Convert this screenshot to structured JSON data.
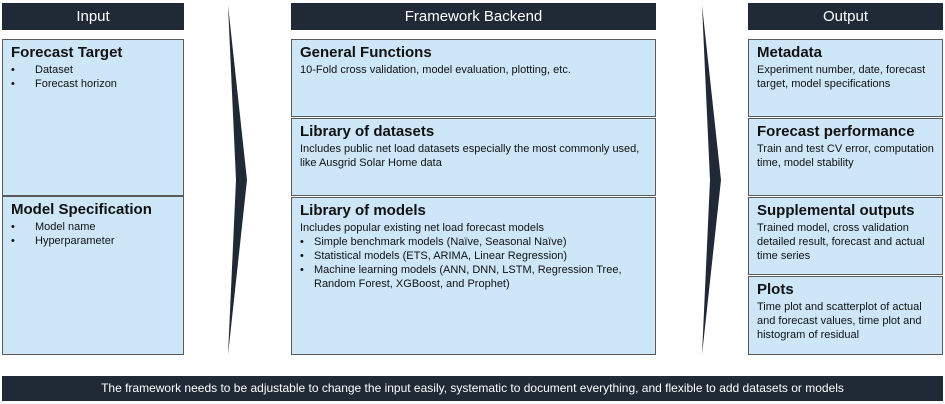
{
  "columns": {
    "input": {
      "header": "Input",
      "boxes": [
        {
          "title": "Forecast Target",
          "bullets": [
            "Dataset",
            "Forecast horizon"
          ]
        },
        {
          "title": "Model Specification",
          "bullets": [
            "Model name",
            "Hyperparameter"
          ]
        }
      ]
    },
    "backend": {
      "header": "Framework Backend",
      "boxes": [
        {
          "title": "General Functions",
          "desc": "10-Fold cross validation, model evaluation, plotting, etc."
        },
        {
          "title": "Library of datasets",
          "desc": "Includes public net load datasets especially the most commonly used, like Ausgrid Solar Home data"
        },
        {
          "title": "Library of models",
          "desc": "Includes popular existing net load forecast models",
          "bullets": [
            "Simple benchmark models (Naïve, Seasonal Naïve)",
            "Statistical models (ETS, ARIMA, Linear Regression)",
            "Machine learning models (ANN, DNN, LSTM, Regression Tree, Random Forest, XGBoost, and Prophet)"
          ]
        }
      ]
    },
    "output": {
      "header": "Output",
      "boxes": [
        {
          "title": "Metadata",
          "desc": "Experiment number, date, forecast target, model specifications"
        },
        {
          "title": "Forecast performance",
          "desc": "Train and test CV error, computation time, model stability"
        },
        {
          "title": "Supplemental outputs",
          "desc": "Trained model, cross validation detailed result, forecast and actual time series"
        },
        {
          "title": "Plots",
          "desc": "Time plot and scatterplot of actual and forecast values, time plot and histogram of residual"
        }
      ]
    }
  },
  "footer": "The framework needs to be adjustable to change the input easily, systematic to document everything, and flexible to add datasets or models",
  "colors": {
    "header_bg": "#1f2a36",
    "box_bg": "#cde6f8",
    "arrow": "#1f2a36"
  }
}
